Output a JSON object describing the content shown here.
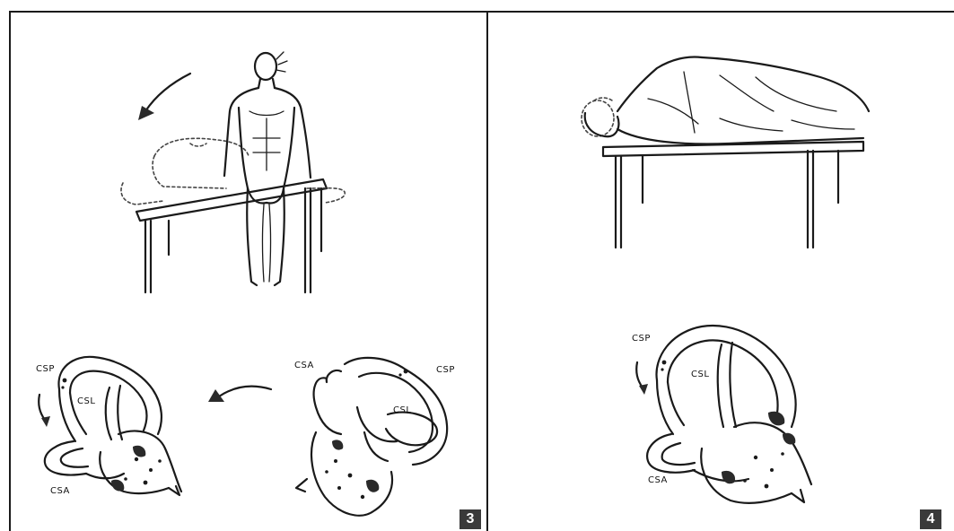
{
  "figures": [
    {
      "number": "3"
    },
    {
      "number": "4"
    }
  ],
  "labels": {
    "csp": "CSP",
    "csl": "CSL",
    "csa": "CSA"
  },
  "icons": [
    "rotation-arrow-icon",
    "movement-arrow-icon"
  ]
}
